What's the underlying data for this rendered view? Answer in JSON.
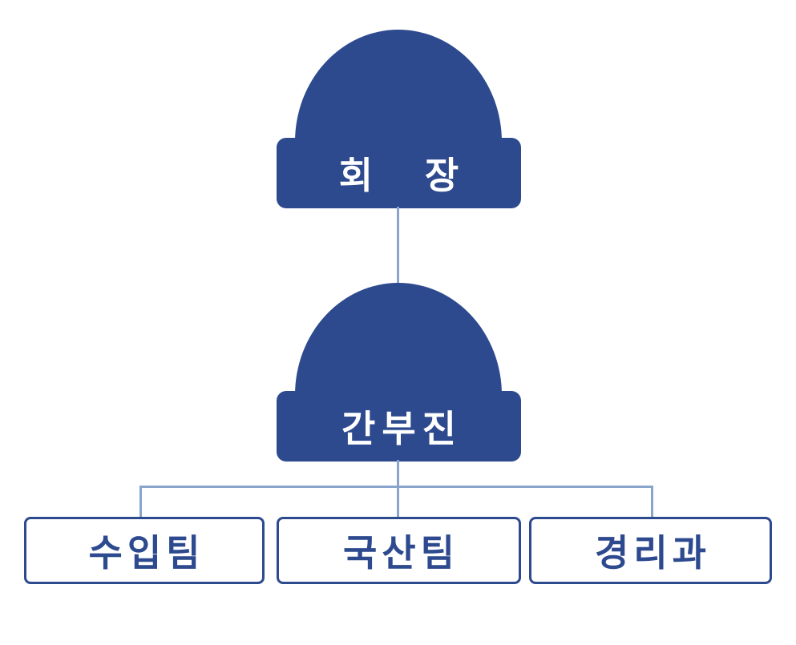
{
  "diagram": {
    "type": "org-chart",
    "nodes": {
      "chairman": {
        "label": "회 장"
      },
      "executives": {
        "label": "간부진"
      }
    },
    "children": [
      {
        "label": "수입팀"
      },
      {
        "label": "국산팀"
      },
      {
        "label": "경리과"
      }
    ]
  },
  "colors": {
    "node_fill": "#2e4a8f",
    "node_text": "#ffffff",
    "connector": "#8aa5cb",
    "box_border": "#2e4a8f",
    "box_text": "#2e4a8f",
    "background": "#ffffff"
  }
}
